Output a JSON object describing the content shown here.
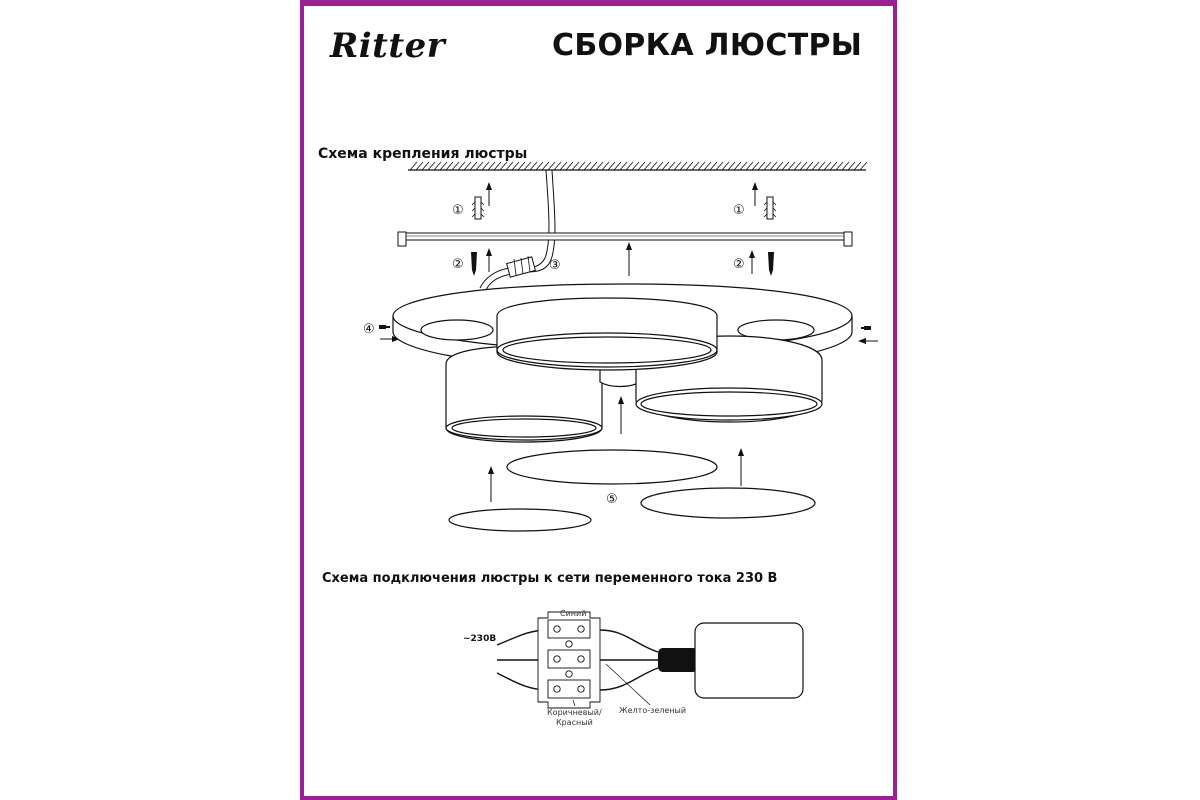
{
  "header": {
    "brand": "Ritter",
    "title": "СБОРКА ЛЮСТРЫ"
  },
  "mounting": {
    "heading": "Схема крепления люстры",
    "steps": [
      "①",
      "①",
      "②",
      "③",
      "②",
      "④",
      "⑤"
    ]
  },
  "wiring": {
    "heading": "Схема подключения люстры к сети переменного тока 230 В",
    "voltage": "~230В",
    "blue": "Синий",
    "brown": "Коричневый/",
    "red": "Красный",
    "yellow_green": "Желто-зеленый"
  },
  "colors": {
    "border": "#9c1f95"
  }
}
